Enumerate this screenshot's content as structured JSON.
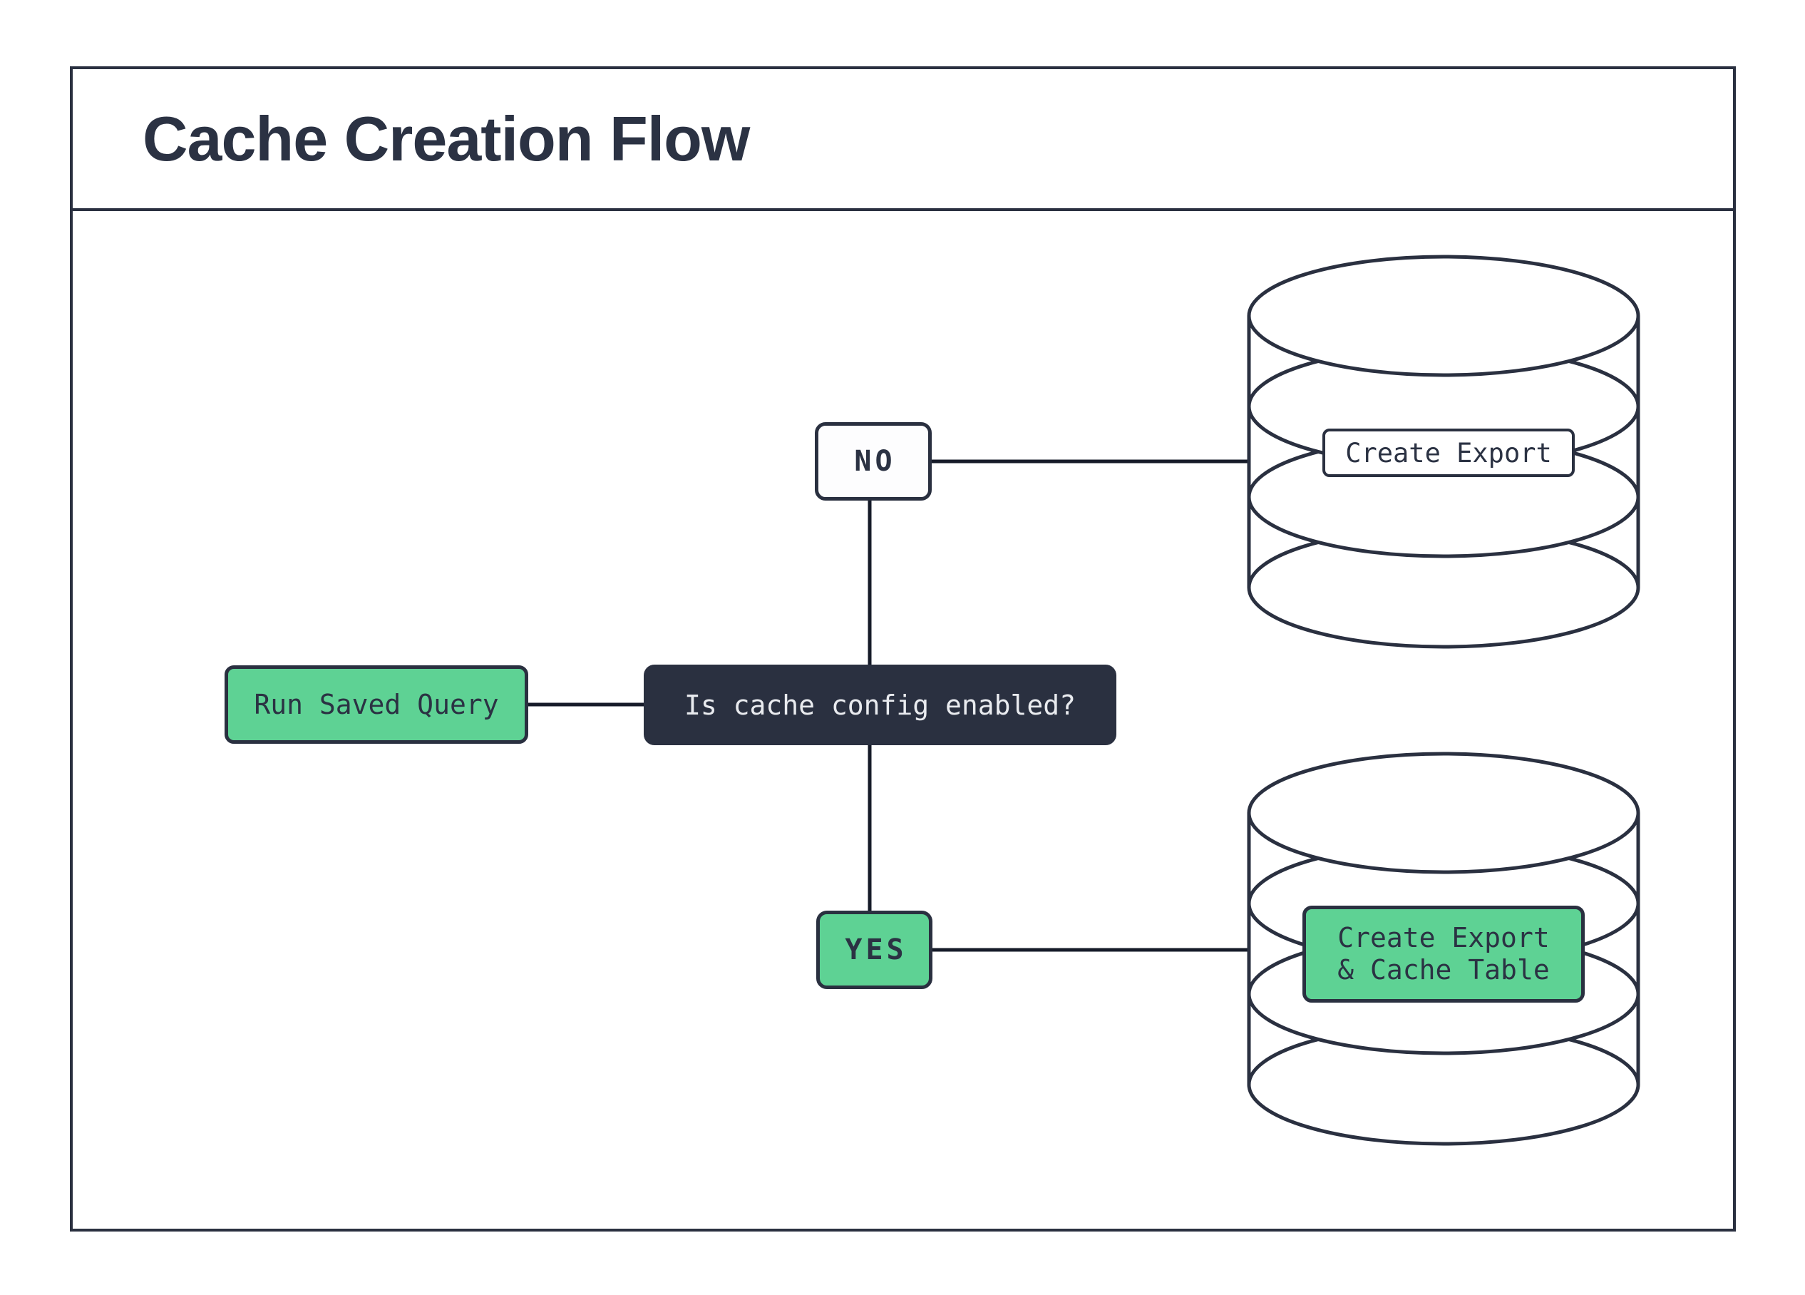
{
  "header": {
    "title": "Cache Creation Flow"
  },
  "flow": {
    "start": {
      "label": "Run Saved Query"
    },
    "question": {
      "label": "Is cache config enabled?"
    },
    "no_branch": {
      "label": "NO",
      "result": {
        "label": "Create Export"
      }
    },
    "yes_branch": {
      "label": "YES",
      "result": {
        "label": "Create Export\n& Cache Table"
      }
    }
  },
  "colors": {
    "ink": "#2a3040",
    "accent_green": "#5ed294",
    "question_bg": "#2a3040",
    "question_text": "#e9ebef",
    "connector": "#161b29",
    "background": "#ffffff"
  }
}
